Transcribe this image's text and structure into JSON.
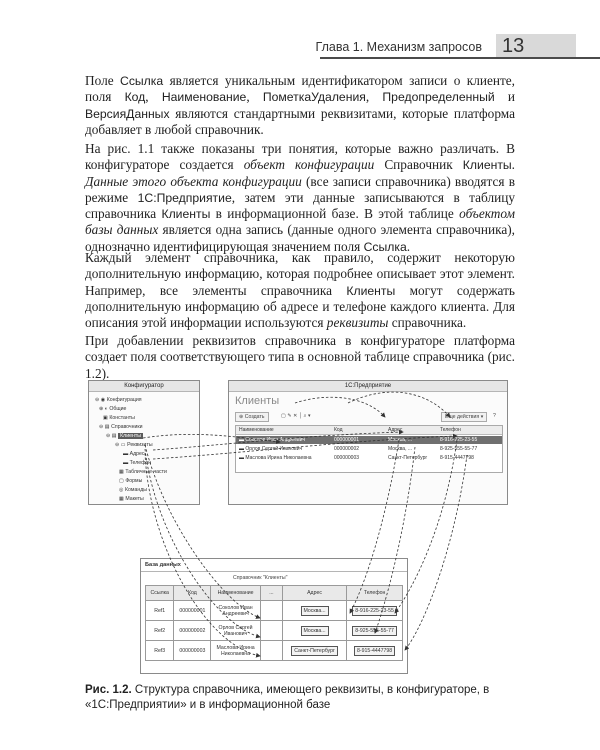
{
  "header": {
    "chapter": "Глава 1. Механизм запросов",
    "page_number": "13"
  },
  "paragraphs": {
    "p1": {
      "t1": "Поле ",
      "f1": "Ссылка",
      "t2": " является уникальным идентификатором записи о клиенте, поля ",
      "f2": "Код",
      "t3": ", ",
      "f3": "Наименование",
      "t4": ", ",
      "f4": "ПометкаУдаления",
      "t5": ", ",
      "f5": "Предопределенный",
      "t6": " и ",
      "f6": "ВерсияДанных",
      "t7": " являются стандартными реквизитами, которые платформа добавляет в любой справочник."
    },
    "p2": {
      "t1": "На рис. 1.1 также показаны три понятия, которые важно различать. В конфигураторе создается ",
      "i1": "объект конфигурации",
      "t2": " Справочник ",
      "f1": "Клиенты",
      "t3": ". ",
      "i2": "Данные этого объекта конфигурации",
      "t4": " (все записи справочника) вводятся в режиме ",
      "f2": "1С:Предприятие",
      "t5": ", затем эти данные записываются в таблицу справочника ",
      "f3": "Клиенты",
      "t6": " в информационной базе. В этой таблице ",
      "i3": "объектом базы данных",
      "t7": " является одна запись (данные одного элемента справочника), однозначно идентифицирующая значением поля ",
      "f4": "Ссылка",
      "t8": "."
    },
    "p3": {
      "t1": "Каждый элемент справочника, как правило, содержит некоторую дополнительную информацию, которая подробнее описывает этот элемент. Например, все элементы справочника ",
      "f1": "Клиенты",
      "t2": " могут содержать дополнительную информацию об адресе и телефоне каждого клиента. Для описания этой информации используются ",
      "i1": "реквизиты",
      "t3": " справочника."
    },
    "p4": {
      "t1": "При добавлении реквизитов справочника в конфигураторе платформа создает поля соответствующего типа в основной таблице справочника (рис. 1.2)."
    }
  },
  "figure": {
    "configurator": {
      "title": "Конфигуратор",
      "tree": [
        "Конфигурация",
        "Общие",
        "Константы",
        "Справочники",
        "Клиенты",
        "Реквизиты",
        "Адрес",
        "Телефон",
        "Табличные части",
        "Формы",
        "Команды",
        "Макеты"
      ]
    },
    "enterprise": {
      "title": "1С:Предприятие",
      "list_title": "Клиенты",
      "create_button": "Создать",
      "more_button": "Еще действия",
      "columns": [
        "Наименование",
        "Код",
        "Адрес",
        "Телефон"
      ],
      "rows": [
        [
          "Соколов Иван Андреевич",
          "000000001",
          "Москва, ...",
          "8-916-225-23-55"
        ],
        [
          "Орлов Сергей Иванович",
          "000000002",
          "Москва, ...",
          "8-925-555-55-77"
        ],
        [
          "Маслова Ирина Николаевна",
          "000000003",
          "Санкт-Петербург",
          "8-915-4447798"
        ]
      ]
    },
    "database": {
      "title": "База данных",
      "table_caption": "Справочник \"Клиенты\"",
      "columns": [
        "Ссылка",
        "Код",
        "Наименование",
        "...",
        "Адрес",
        "Телефон"
      ],
      "rows": [
        [
          "Ref1",
          "000000001",
          "Соколов Иван Андреевич",
          "",
          "Москва...",
          "8-916-225-23-55"
        ],
        [
          "Ref2",
          "000000002",
          "Орлов Сергей Иванович",
          "",
          "Москва...",
          "8-925-555-55-77"
        ],
        [
          "Ref3",
          "000000003",
          "Маслова Ирина Николаевна",
          "",
          "Санкт-Петербург",
          "8-915-4447798"
        ]
      ]
    }
  },
  "caption": {
    "label": "Рис. 1.2.",
    "text": " Структура справочника, имеющего реквизиты, в конфигураторе, в «1С:Предприятии» и в информационной базе"
  },
  "colors": {
    "accent_gray": "#d9d9d9",
    "rule": "#4b4b4b",
    "selected_row": "#6f6f6f"
  }
}
